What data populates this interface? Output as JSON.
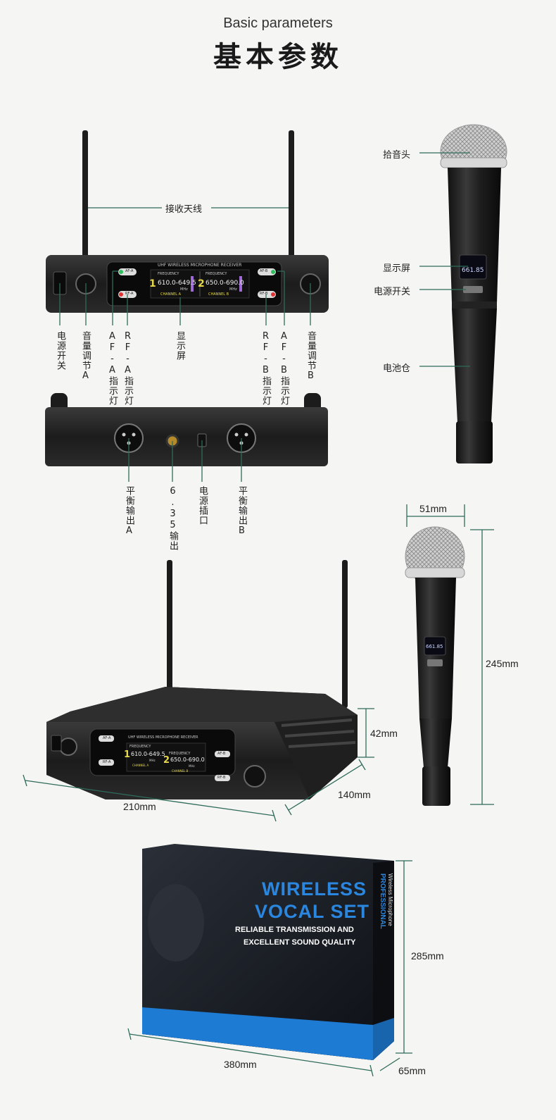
{
  "header": {
    "title_en": "Basic parameters",
    "title_zh": "基本参数"
  },
  "front_labels": {
    "antenna": "接收天线",
    "power_switch": "电源开关",
    "volume_a": "音量调节A",
    "af_a": "AF-A指示灯",
    "rf_a": "RF-A指示灯",
    "display": "显示屏",
    "rf_b": "RF-B指示灯",
    "af_b": "AF-B指示灯",
    "volume_b": "音量调节B"
  },
  "back_labels": {
    "balanced_a": "平衡输出A",
    "out_635": "6.35输出",
    "power_jack": "电源插口",
    "balanced_b": "平衡输出B"
  },
  "mic_labels": {
    "head": "拾音头",
    "screen": "显示屏",
    "switch": "电源开关",
    "battery": "电池仓"
  },
  "receiver_screen": {
    "header": "UHF WIRELESS MICROPHONE RECEIVER",
    "freq_label": "FREQUENCY",
    "ch1_num": "1",
    "ch1_range": "610.0-649.5",
    "ch2_num": "2",
    "ch2_range": "650.0-690.0",
    "unit": "MHz",
    "ch_a": "CHANNEL  A",
    "ch_b": "CHANNEL  B",
    "btn_af_a": "AF-A",
    "btn_rf_a": "RF-A",
    "btn_af_b": "AF-B",
    "btn_rf_b": "RF-B"
  },
  "mic_screen": {
    "value": "661.85"
  },
  "dimensions": {
    "mic_width": "51mm",
    "mic_length": "245mm",
    "recv_height": "42mm",
    "recv_depth": "140mm",
    "recv_width": "210mm",
    "box_height": "285mm",
    "box_width": "380mm",
    "box_depth": "65mm"
  },
  "box": {
    "line1": "WIRELESS",
    "line2": "VOCAL SET",
    "tag1": "RELIABLE TRANSMISSION AND",
    "tag2": "EXCELLENT SOUND QUALITY",
    "side1": "PROFESSIONAL",
    "side2": "Wireless Microphone"
  },
  "colors": {
    "leader": "#2e6b5a",
    "screen_yellow": "#e6d84a",
    "box_blue": "#1d7bd3"
  }
}
